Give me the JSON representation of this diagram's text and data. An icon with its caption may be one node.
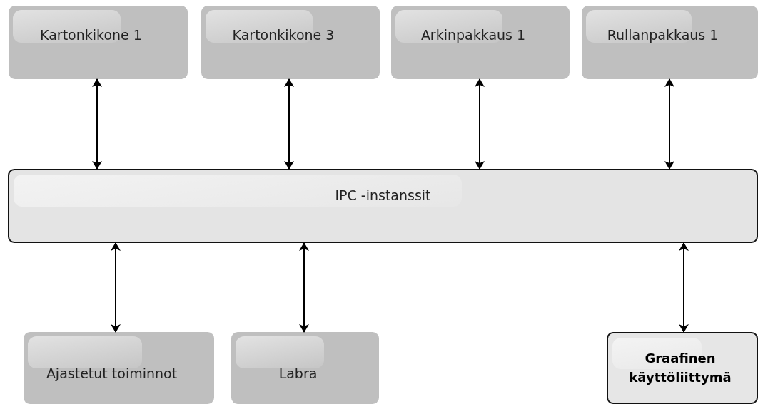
{
  "diagram": {
    "nodes": [
      {
        "text": [
          "Kartonkikone 1"
        ]
      },
      {
        "text": [
          "Kartonkikone 3"
        ]
      },
      {
        "text": [
          "Arkinpakkaus 1"
        ]
      },
      {
        "text": [
          "Rullanpakkaus 1"
        ]
      },
      {
        "text": [
          "IPC -instanssit"
        ]
      },
      {
        "text": [
          "Ajastetut toiminnot"
        ]
      },
      {
        "text": [
          "Labra"
        ]
      },
      {
        "text": [
          "Graafinen käyttöliittymä"
        ]
      }
    ],
    "edges": [
      {
        "from": 0,
        "to": 4,
        "arrow": "both"
      },
      {
        "from": 1,
        "to": 4,
        "arrow": "both"
      },
      {
        "from": 2,
        "to": 4,
        "arrow": "both"
      },
      {
        "from": 3,
        "to": 4,
        "arrow": "both"
      },
      {
        "from": 5,
        "to": 4,
        "arrow": "both"
      },
      {
        "from": 6,
        "to": 4,
        "arrow": "both"
      },
      {
        "from": 7,
        "to": 4,
        "arrow": "both"
      }
    ]
  }
}
